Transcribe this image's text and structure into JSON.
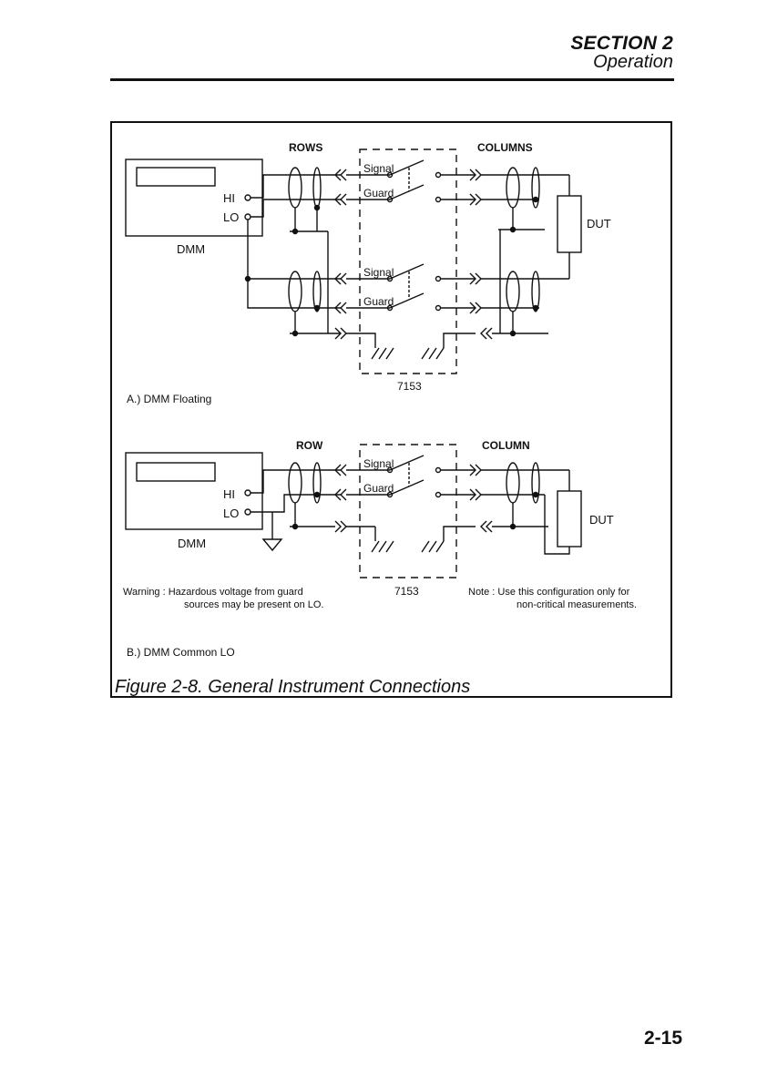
{
  "header": {
    "section": "SECTION 2",
    "subtitle": "Operation"
  },
  "figure": {
    "panel_a": {
      "rows": "ROWS",
      "columns": "COLUMNS",
      "signal": "Signal",
      "guard": "Guard",
      "signal2": "Signal",
      "guard2": "Guard",
      "hi": "HI",
      "lo": "LO",
      "dmm": "DMM",
      "dut": "DUT",
      "card": "7153",
      "label": "A.)  DMM Floating"
    },
    "panel_b": {
      "row": "ROW",
      "column": "COLUMN",
      "signal": "Signal",
      "guard": "Guard",
      "hi": "HI",
      "lo": "LO",
      "dmm": "DMM",
      "dut": "DUT",
      "card": "7153",
      "warning_line1": "Warning :  Hazardous voltage from guard",
      "warning_line2": "sources may be present on LO.",
      "note_line1": "Note :  Use this configuration only for",
      "note_line2": "non-critical measurements.",
      "label": "B.)  DMM Common LO"
    },
    "caption": "Figure 2-8.   General Instrument Connections"
  },
  "footer": {
    "page_number": "2-15"
  }
}
